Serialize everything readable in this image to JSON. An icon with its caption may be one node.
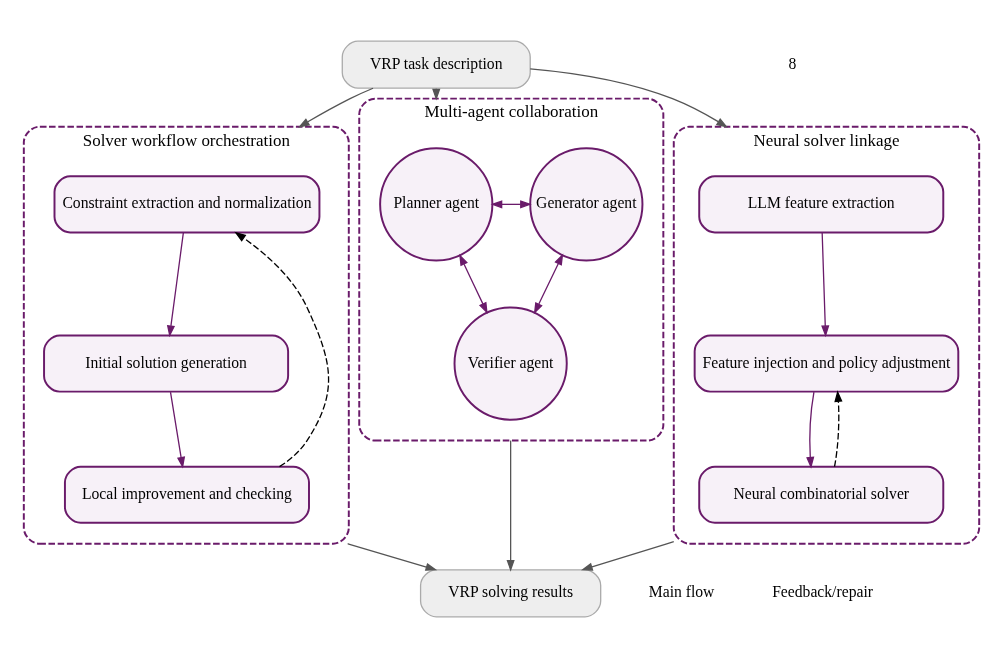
{
  "diagram": {
    "nodes": [
      {
        "text": [
          "VRP task description"
        ]
      },
      {
        "text": [
          "Solver workflow orchestration"
        ]
      },
      {
        "text": [
          "Constraint extraction and normalization"
        ],
        "in": 1
      },
      {
        "text": [
          "Initial solution generation"
        ],
        "in": 1
      },
      {
        "text": [
          "Local improvement and checking"
        ],
        "in": 1
      },
      {
        "text": [
          "Multi-agent collaboration"
        ]
      },
      {
        "text": [
          "Planner agent"
        ],
        "in": 5
      },
      {
        "text": [
          "Generator agent"
        ],
        "in": 5
      },
      {
        "text": [
          "Verifier agent"
        ],
        "in": 5
      },
      {
        "text": [
          "Neural solver linkage"
        ]
      },
      {
        "text": [
          "LLM feature extraction"
        ],
        "in": 9
      },
      {
        "text": [
          "Feature injection and policy adjustment"
        ],
        "in": 9
      },
      {
        "text": [
          "Neural combinatorial solver"
        ],
        "in": 9
      },
      {
        "text": [
          "VRP solving results"
        ]
      }
    ],
    "edges": [
      {
        "from": 0,
        "to": 1,
        "arrow": "to",
        "color": "#555555"
      },
      {
        "from": 0,
        "to": 5,
        "arrow": "to",
        "color": "#555555"
      },
      {
        "from": 0,
        "to": 9,
        "arrow": "to",
        "color": "#555555"
      },
      {
        "from": 2,
        "to": 3,
        "arrow": "to"
      },
      {
        "from": 3,
        "to": 4,
        "arrow": "to"
      },
      {
        "from": 4,
        "to": 2,
        "arrow": "to",
        "style": "dashed",
        "color": "#000000"
      },
      {
        "from": 6,
        "to": 7,
        "arrow": "both"
      },
      {
        "from": 6,
        "to": 8,
        "arrow": "both"
      },
      {
        "from": 7,
        "to": 8,
        "arrow": "both"
      },
      {
        "from": 10,
        "to": 11,
        "arrow": "to"
      },
      {
        "from": 11,
        "to": 12,
        "arrow": "to"
      },
      {
        "from": 12,
        "to": 11,
        "arrow": "to",
        "style": "dashed",
        "color": "#000000"
      },
      {
        "from": 1,
        "to": 13,
        "arrow": "to",
        "color": "#555555"
      },
      {
        "from": 5,
        "to": 13,
        "arrow": "to",
        "color": "#555555"
      },
      {
        "from": 9,
        "to": 13,
        "arrow": "to",
        "color": "#555555"
      }
    ],
    "labels": [
      "8"
    ],
    "legend": [
      {
        "text": "Main flow"
      },
      {
        "text": "Feedback/repair"
      }
    ]
  }
}
